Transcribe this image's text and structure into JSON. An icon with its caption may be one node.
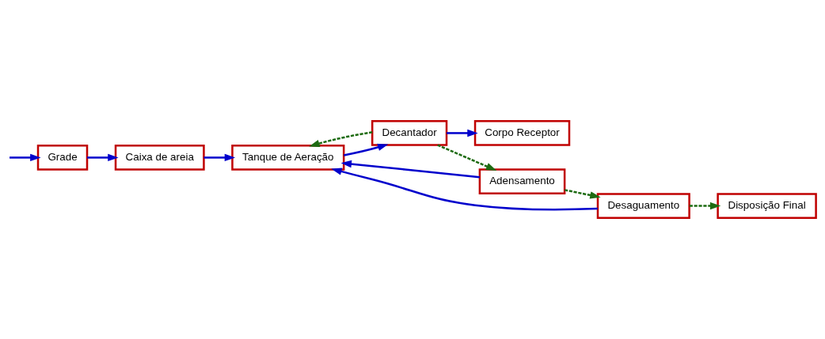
{
  "diagram": {
    "nodes": [
      {
        "text": [
          "Grade"
        ]
      },
      {
        "text": [
          "Caixa de areia"
        ]
      },
      {
        "text": [
          "Tanque de Aeração"
        ]
      },
      {
        "text": [
          "Decantador"
        ]
      },
      {
        "text": [
          "Corpo Receptor"
        ]
      },
      {
        "text": [
          "Adensamento"
        ]
      },
      {
        "text": [
          "Desaguamento"
        ]
      },
      {
        "text": [
          "Disposição Final"
        ]
      }
    ],
    "edges": [
      {
        "from": null,
        "to": 0,
        "arrow": "to"
      },
      {
        "from": 0,
        "to": 1,
        "arrow": "to"
      },
      {
        "from": 1,
        "to": 2,
        "arrow": "to"
      },
      {
        "from": 2,
        "to": 3,
        "arrow": "to"
      },
      {
        "from": 3,
        "to": 4,
        "arrow": "to"
      },
      {
        "from": 3,
        "to": 2,
        "arrow": "to",
        "style": "dashed",
        "color": "#1e6b12"
      },
      {
        "from": 3,
        "to": 5,
        "arrow": "to",
        "style": "dashed",
        "color": "#1e6b12"
      },
      {
        "from": 5,
        "to": 2,
        "arrow": "to"
      },
      {
        "from": 5,
        "to": 6,
        "arrow": "to",
        "style": "dashed",
        "color": "#1e6b12"
      },
      {
        "from": 6,
        "to": 2,
        "arrow": "to"
      },
      {
        "from": 6,
        "to": 7,
        "arrow": "to",
        "style": "dashed",
        "color": "#1e6b12"
      }
    ]
  }
}
